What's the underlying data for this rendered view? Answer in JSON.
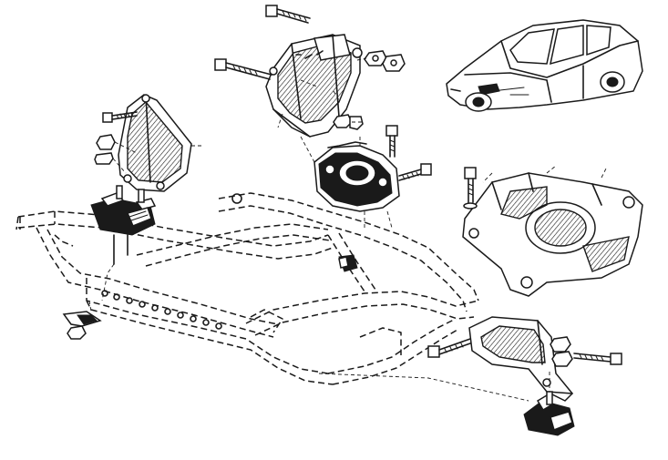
{
  "diagram": {
    "kind": "exploded-assembly-line-drawing",
    "ink_color": "#1a1a1a",
    "paper_color": "#ffffff",
    "components": [
      "front-subframe",
      "left-engine-mount-bracket",
      "left-rubber-mount",
      "upper-engine-mount-bracket",
      "center-engine-mount",
      "right-gearbox-bracket",
      "rear-gearbox-mount",
      "rear-rubber-mount",
      "car-locator-view"
    ]
  }
}
